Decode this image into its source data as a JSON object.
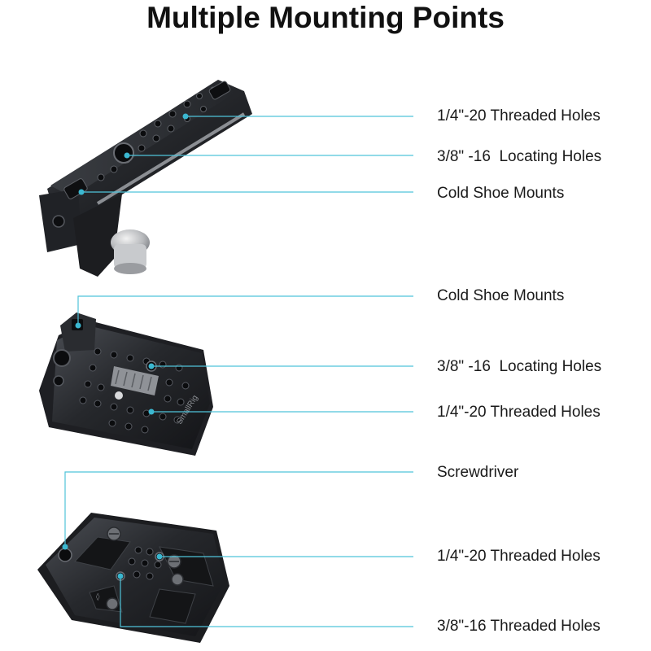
{
  "title": "Multiple Mounting Points",
  "brand_mark": "SmallRig",
  "colors": {
    "leader_line": "#4fc3d9",
    "dot": "#3bb7d0",
    "metal_dark": "#1c1d20",
    "metal_mid": "#2e3034",
    "metal_light": "#55585e",
    "background": "#ffffff"
  },
  "callouts": [
    {
      "id": "handle-threaded-holes",
      "label": "1/4\"-20 Threaded Holes"
    },
    {
      "id": "handle-locating-holes",
      "label": "3/8\" -16  Locating Holes"
    },
    {
      "id": "handle-cold-shoe",
      "label": "Cold Shoe Mounts"
    },
    {
      "id": "plate-cold-shoe",
      "label": "Cold Shoe Mounts"
    },
    {
      "id": "plate-locating-holes",
      "label": "3/8\" -16  Locating Holes"
    },
    {
      "id": "plate-threaded-holes",
      "label": "1/4\"-20 Threaded Holes"
    },
    {
      "id": "base-screwdriver",
      "label": "Screwdriver"
    },
    {
      "id": "base-threaded-holes",
      "label": "1/4\"-20 Threaded Holes"
    },
    {
      "id": "base-threaded-holes-38",
      "label": "3/8\"-16 Threaded Holes"
    }
  ]
}
